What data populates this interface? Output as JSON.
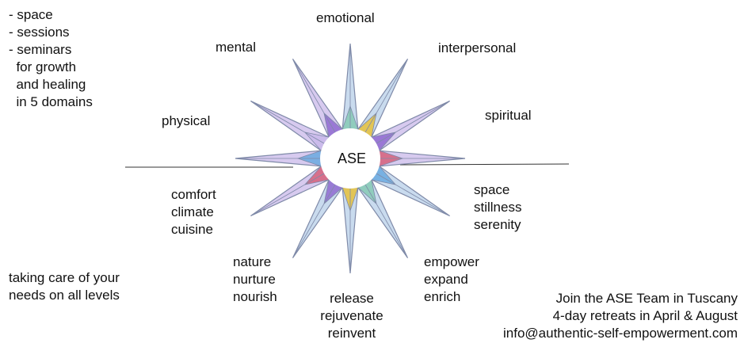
{
  "center_label": "ASE",
  "domains": {
    "emotional": "emotional",
    "interpersonal": "interpersonal",
    "mental": "mental",
    "spiritual": "spiritual",
    "physical": "physical"
  },
  "intro_list": [
    "- space",
    "- sessions",
    "- seminars",
    "  for growth",
    "  and healing",
    "  in 5 domains"
  ],
  "groups": {
    "comfort": [
      "comfort",
      "climate",
      "cuisine"
    ],
    "nature": [
      "nature",
      "nurture",
      "nourish"
    ],
    "release": [
      "release",
      "rejuvenate",
      "reinvent"
    ],
    "empower": [
      "empower",
      "expand",
      "enrich"
    ],
    "space": [
      "space",
      "stillness",
      "serenity"
    ]
  },
  "care_text": [
    "taking care of your",
    "needs on all levels"
  ],
  "footer": [
    "Join the ASE Team in Tuscany",
    "4-day retreats in April & August",
    "info@authentic-self-empowerment.com"
  ],
  "colors": {
    "star_outline": "#7f8aa8",
    "teal": "#86c9b4",
    "gold": "#e6c13a",
    "purple": "#8f6ad0",
    "pink": "#d6607a",
    "blue": "#6aa9df",
    "lavender": "#c9b8ea",
    "pale_blue": "#b7cfe8"
  }
}
